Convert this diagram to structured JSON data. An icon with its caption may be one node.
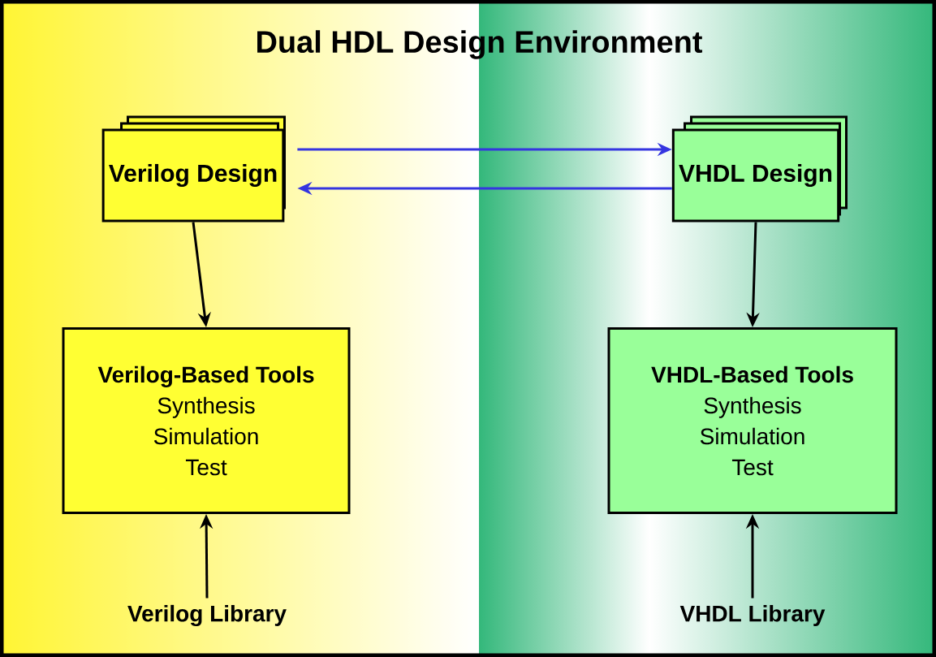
{
  "diagram": {
    "title": "Dual HDL Design Environment",
    "nodes": [
      {
        "text": [
          "Verilog Design"
        ]
      },
      {
        "text": [
          "VHDL Design"
        ]
      },
      {
        "text": [
          "Verilog-Based Tools",
          "Synthesis",
          "Simulation",
          "Test"
        ]
      },
      {
        "text": [
          "VHDL-Based Tools",
          "Synthesis",
          "Simulation",
          "Test"
        ]
      },
      {
        "text": [
          "Verilog Library"
        ]
      },
      {
        "text": [
          "VHDL Library"
        ]
      }
    ],
    "edges": [
      {
        "from": 0,
        "to": 1,
        "arrow": "to",
        "color": "#3535e0"
      },
      {
        "from": 1,
        "to": 0,
        "arrow": "to",
        "color": "#3535e0"
      },
      {
        "from": 0,
        "to": 2,
        "arrow": "to"
      },
      {
        "from": 1,
        "to": 3,
        "arrow": "to"
      },
      {
        "from": 4,
        "to": 2,
        "arrow": "to"
      },
      {
        "from": 5,
        "to": 3,
        "arrow": "to"
      }
    ]
  }
}
